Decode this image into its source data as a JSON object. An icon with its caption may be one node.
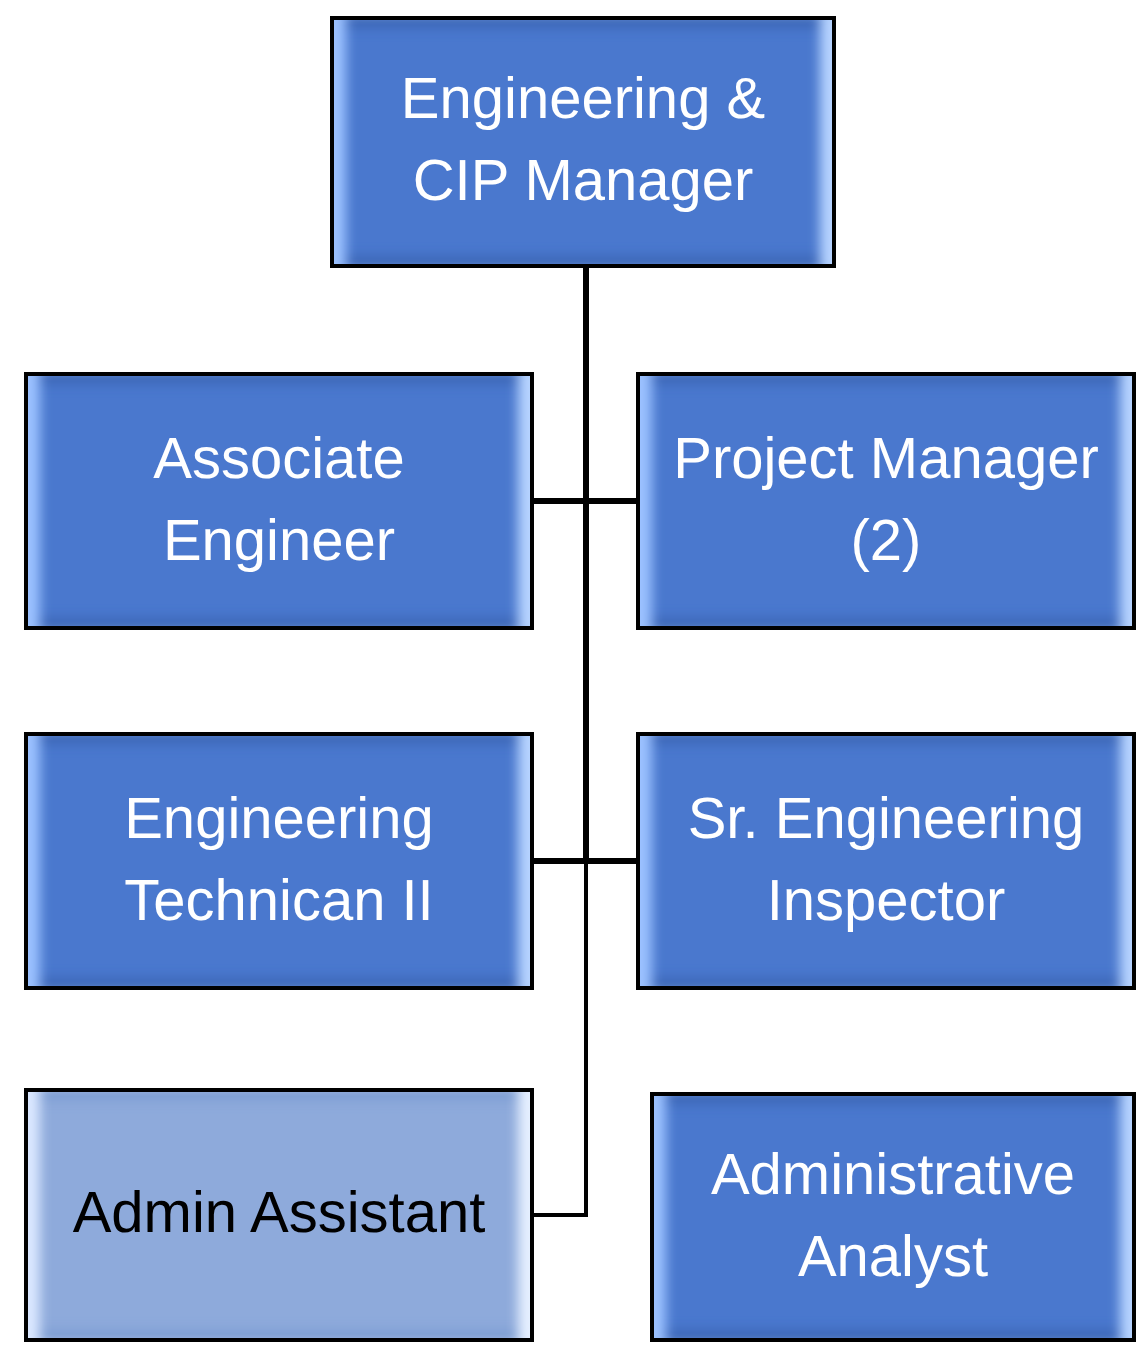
{
  "diagram": {
    "nodes": [
      {
        "text": [
          "Engineering & CIP Manager"
        ]
      },
      {
        "text": [
          "Associate Engineer"
        ]
      },
      {
        "text": [
          "Project Manager (2)"
        ]
      },
      {
        "text": [
          "Engineering Technican II"
        ]
      },
      {
        "text": [
          "Sr. Engineering Inspector"
        ]
      },
      {
        "text": [
          "Admin Assistant"
        ]
      },
      {
        "text": [
          "Administrative Analyst"
        ]
      }
    ],
    "edges": [
      {
        "from": 0,
        "to": 1,
        "arrow": "none"
      },
      {
        "from": 0,
        "to": 2,
        "arrow": "none"
      },
      {
        "from": 0,
        "to": 3,
        "arrow": "none"
      },
      {
        "from": 0,
        "to": 4,
        "arrow": "none"
      },
      {
        "from": 0,
        "to": 5,
        "arrow": "none"
      }
    ]
  }
}
